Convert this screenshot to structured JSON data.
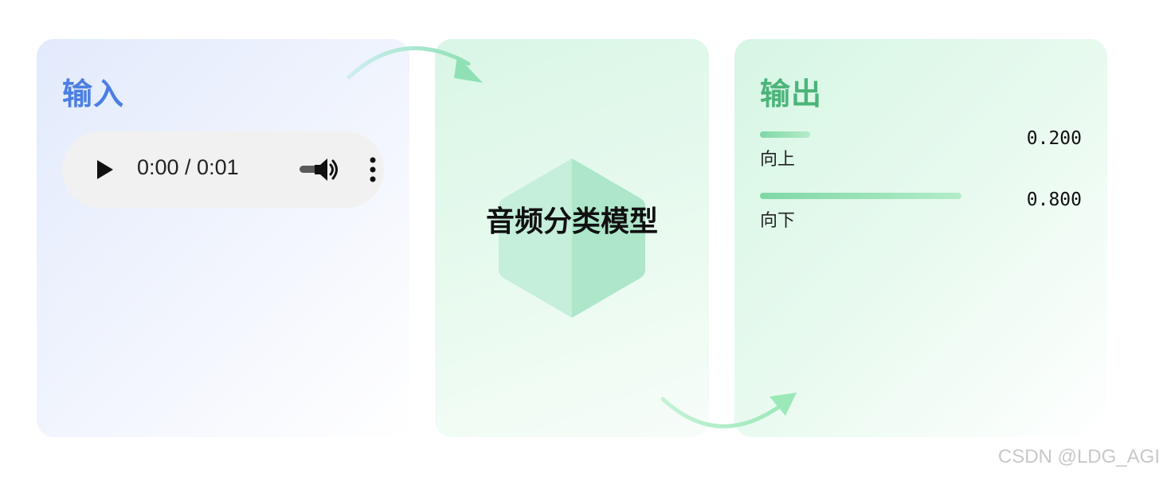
{
  "input": {
    "title": "输入",
    "audio": {
      "time_display": "0:00 / 0:01"
    }
  },
  "model": {
    "label": "音频分类模型"
  },
  "output": {
    "title": "输出",
    "results": [
      {
        "label": "向上",
        "score": 0.2,
        "score_text": "0.200"
      },
      {
        "label": "向下",
        "score": 0.8,
        "score_text": "0.800"
      }
    ]
  },
  "icons": [
    "play-icon",
    "volume-icon",
    "more-vertical-icon",
    "hexagon-icon",
    "curved-arrow-icon"
  ],
  "colors": {
    "input_accent": "#4b7fe3",
    "output_accent": "#4cb47a",
    "bar_start": "#7fd7a6",
    "bar_end": "#b3ecc9"
  },
  "watermark": "CSDN @LDG_AGI"
}
